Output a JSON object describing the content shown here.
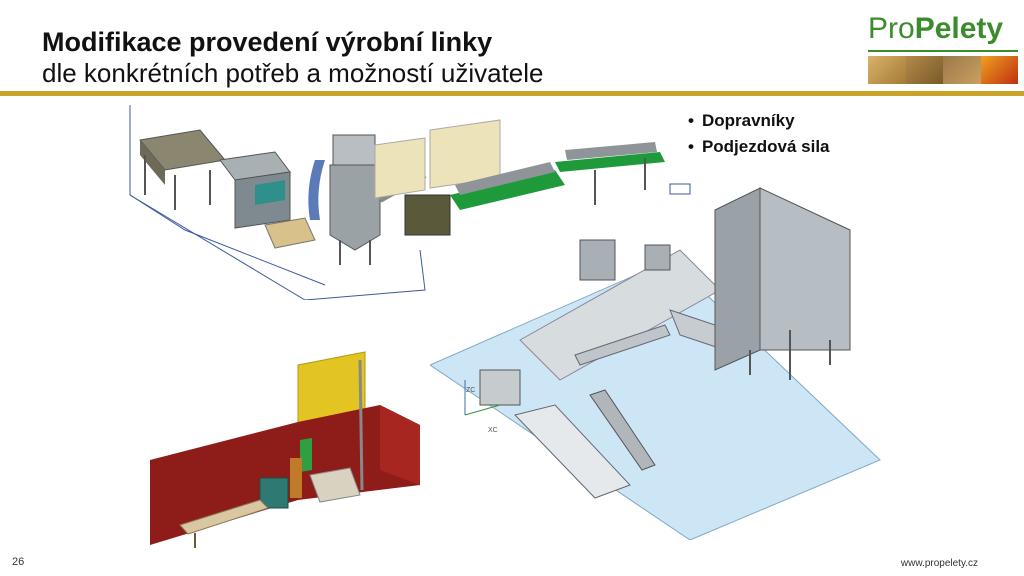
{
  "slide": {
    "title": "Modifikace provedení výrobní linky",
    "subtitle": "dle konkrétních potřeb a možností uživatele",
    "logo_pro": "Pro",
    "logo_pelety": "Pelety",
    "bullets": [
      "Dopravníky",
      "Podjezdová sila"
    ],
    "page_number": "26",
    "footer_url": "www.propelety.cz",
    "axis_label_z": "ZC",
    "axis_label_x": "XC"
  },
  "colors": {
    "accent_rule": "#c9a227",
    "logo_green": "#3c8c2e"
  },
  "icons": [
    "propelety-logo-icon"
  ]
}
